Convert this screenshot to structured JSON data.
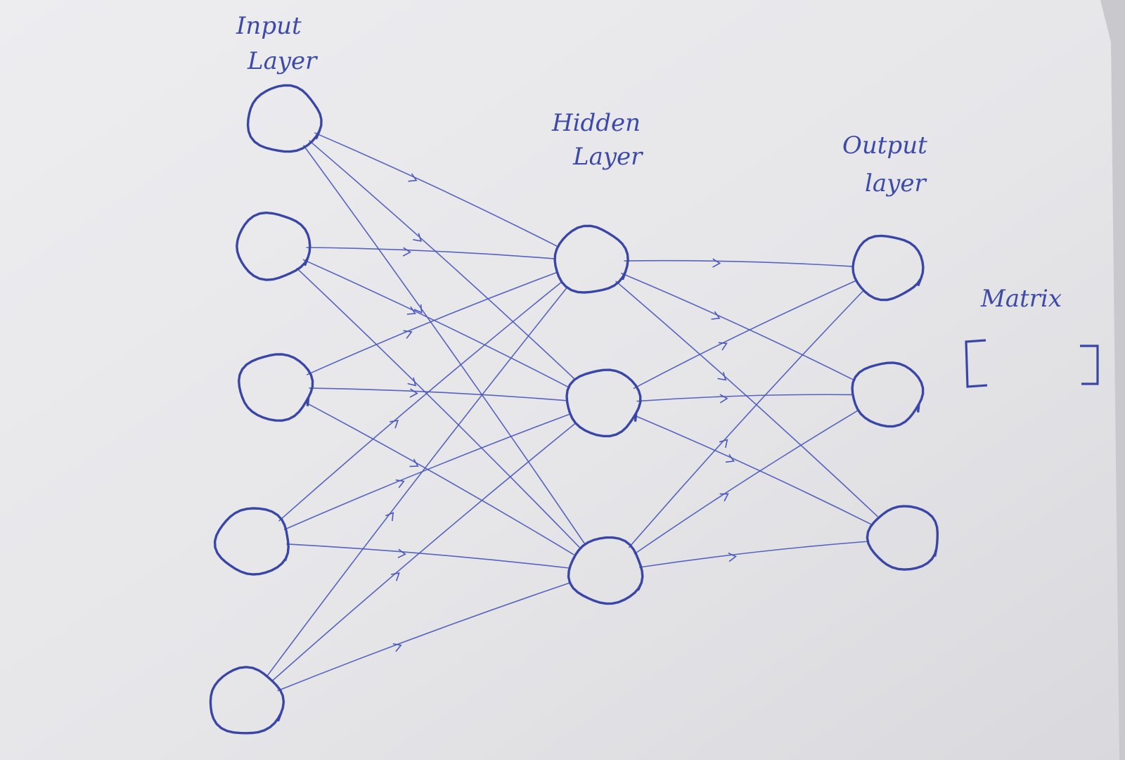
{
  "labels": {
    "input_line1": "Input",
    "input_line2": "Layer",
    "hidden_line1": "Hidden",
    "hidden_line2": "Layer",
    "output_line1": "Output",
    "output_line2": "layer",
    "matrix": "Matrix"
  },
  "layers": {
    "input_count": 5,
    "hidden_count": 3,
    "output_count": 3
  },
  "colors": {
    "ink": "#3a46a6",
    "paper": "#e9e9ec"
  }
}
